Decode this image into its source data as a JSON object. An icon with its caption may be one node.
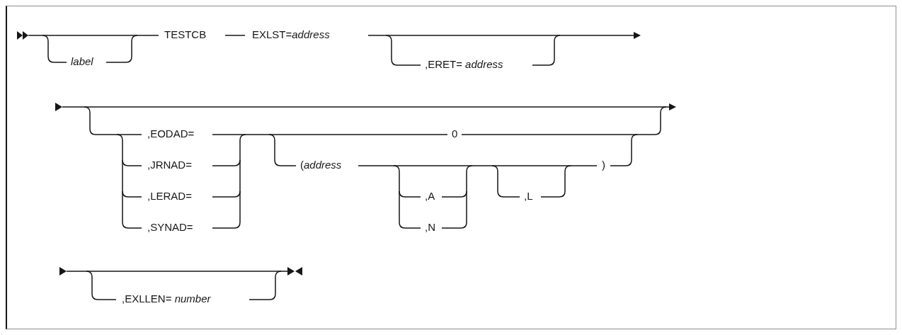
{
  "diagram": {
    "labels": [
      "label",
      "TESTCB",
      "EXLST=*address*",
      ",ERET= *address*",
      ",EODAD=",
      ",JRNAD=",
      ",LERAD=",
      ",SYNAD=",
      "0",
      "(*address*",
      ",A",
      ",N",
      ",L",
      ")",
      ",EXLLEN= *number*"
    ]
  }
}
